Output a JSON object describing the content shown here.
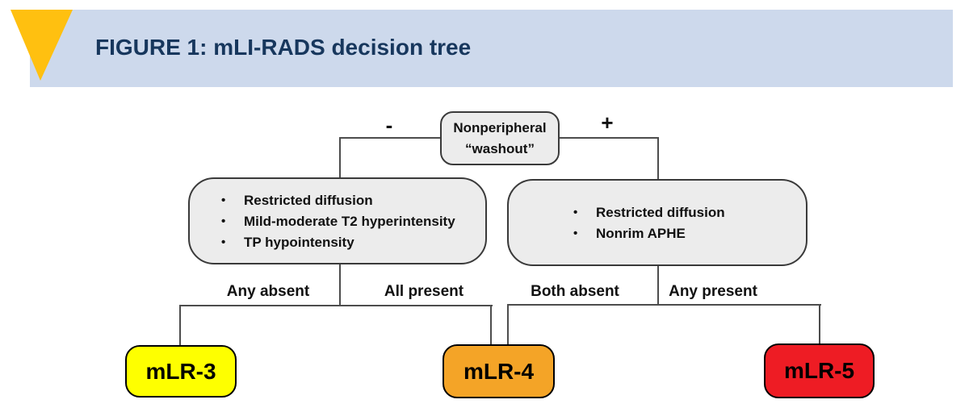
{
  "figure": {
    "title": "FIGURE 1: mLI-RADS decision tree",
    "colors": {
      "band": "#cdd9ec",
      "title": "#17375d",
      "triangle": "#ffc010",
      "node_fill": "#ececec",
      "node_border": "#3a3a3a",
      "connector": "#4d4d4d"
    }
  },
  "tree": {
    "bullet": "•",
    "root": {
      "line1": "Nonperipheral",
      "line2": "“washout”"
    },
    "minus": "-",
    "plus": "+",
    "left_criteria": [
      "Restricted diffusion",
      "Mild-moderate T2 hyperintensity",
      "TP hypointensity"
    ],
    "right_criteria": [
      "Restricted diffusion",
      "Nonrim APHE"
    ],
    "branches": {
      "any_absent": "Any absent",
      "all_present": "All present",
      "both_absent": "Both absent",
      "any_present": "Any present"
    },
    "outcomes": [
      {
        "label": "mLR-3",
        "color": "#feff00"
      },
      {
        "label": "mLR-4",
        "color": "#f4a427"
      },
      {
        "label": "mLR-5",
        "color": "#ee1c24"
      }
    ]
  }
}
